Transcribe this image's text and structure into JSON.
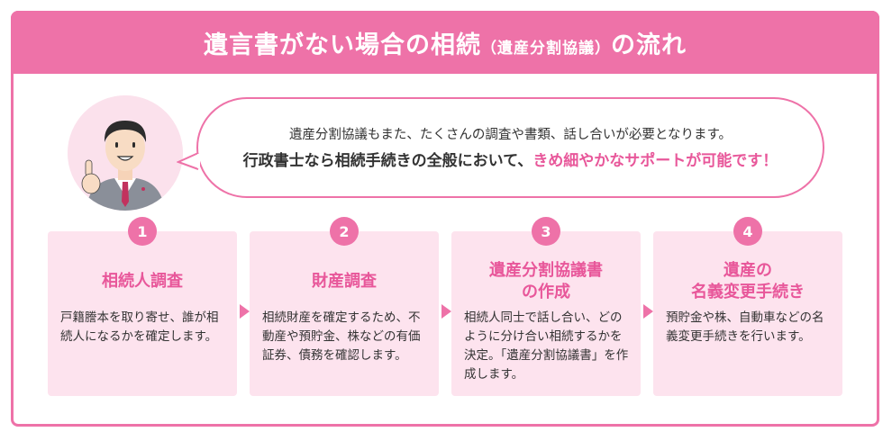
{
  "header": {
    "title_main": "遺言書がない場合の相続",
    "title_sub": "（遺産分割協議）",
    "title_tail": "の流れ"
  },
  "bubble": {
    "line1": "遺産分割協議もまた、たくさんの調査や書類、話し合いが必要となります。",
    "line2_pre": "行政書士なら相続手続きの全般において、",
    "line2_accent": "きめ細やかなサポートが可能です！"
  },
  "steps": [
    {
      "num": "1",
      "title": "相続人調査",
      "desc": "戸籍謄本を取り寄せ、誰が相続人になるかを確定します。"
    },
    {
      "num": "2",
      "title": "財産調査",
      "desc": "相続財産を確定するため、不動産や預貯金、株などの有価証券、債務を確認します。"
    },
    {
      "num": "3",
      "title_lines": [
        "遺産分割協議書",
        "の作成"
      ],
      "desc": "相続人同士で話し合い、どのように分け合い相続するかを決定。「遺産分割協議書」を作成します。"
    },
    {
      "num": "4",
      "title_lines": [
        "遺産の",
        "名義変更手続き"
      ],
      "desc": "預貯金や株、自動車などの名義変更手続きを行います。"
    }
  ],
  "colors": {
    "accent": "#ee72a8",
    "accent_text": "#e8579a",
    "card_bg": "#fde3ee"
  },
  "icons": [
    "businessman-avatar-icon",
    "arrow-right-icon"
  ]
}
